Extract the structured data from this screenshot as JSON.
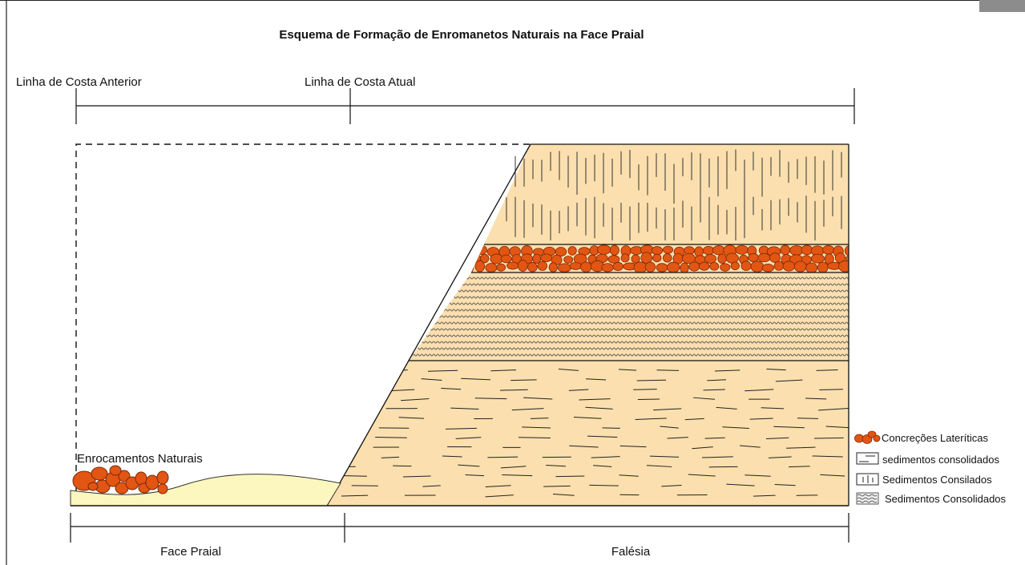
{
  "title": "Esquema de Formação de Enromanetos Naturais na Face Praial",
  "coast_lines": {
    "previous": "Linha de Costa Anterior",
    "current": "Linha de Costa Atual"
  },
  "labels": {
    "natural_rocks": "Enrocamentos Naturais",
    "beach_face": "Face Praial",
    "cliff": "Falésia"
  },
  "legend": [
    "Concreções Lateríticas",
    "sedimentos consolidados",
    "Sedimentos Consilados",
    "Sedimentos Consolidados"
  ],
  "colors": {
    "sediment_fill": "#fbdfae",
    "sand_fill": "#fcf7be",
    "laterite_fill": "#e35512",
    "laterite_stroke": "#7a2a08",
    "line": "#111111"
  }
}
